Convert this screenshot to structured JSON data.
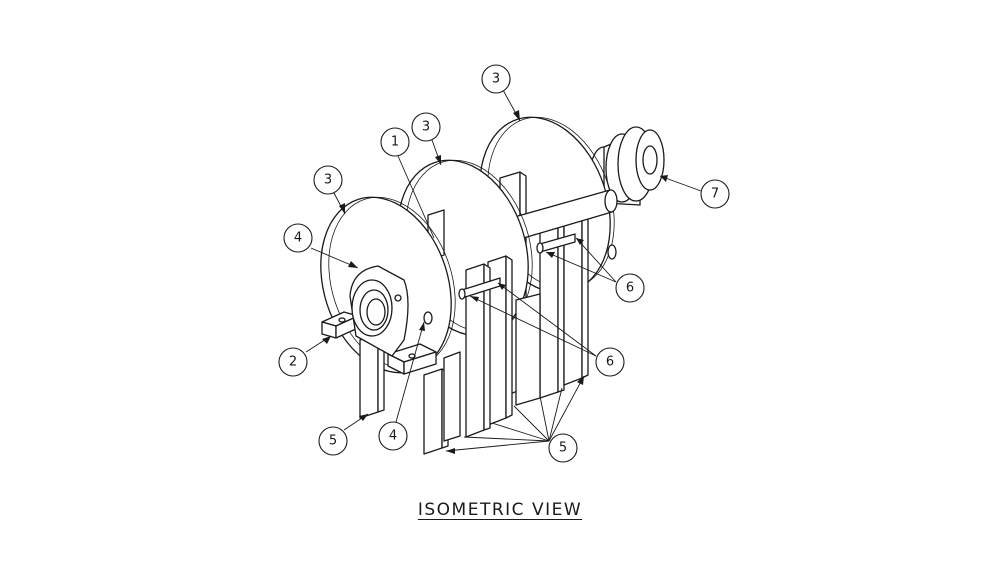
{
  "view_title": "ISOMETRIC VIEW",
  "balloons": [
    {
      "id": "b3-top",
      "label": "3"
    },
    {
      "id": "b3-mid",
      "label": "3"
    },
    {
      "id": "b1",
      "label": "1"
    },
    {
      "id": "b3-left",
      "label": "3"
    },
    {
      "id": "b4-top",
      "label": "4"
    },
    {
      "id": "b7",
      "label": "7"
    },
    {
      "id": "b6-right",
      "label": "6"
    },
    {
      "id": "b6-mid",
      "label": "6"
    },
    {
      "id": "b2",
      "label": "2"
    },
    {
      "id": "b5-left",
      "label": "5"
    },
    {
      "id": "b4-bottom",
      "label": "4"
    },
    {
      "id": "b5-right",
      "label": "5"
    }
  ],
  "colors": {
    "line": "#1a1a1a",
    "background": "#ffffff"
  }
}
